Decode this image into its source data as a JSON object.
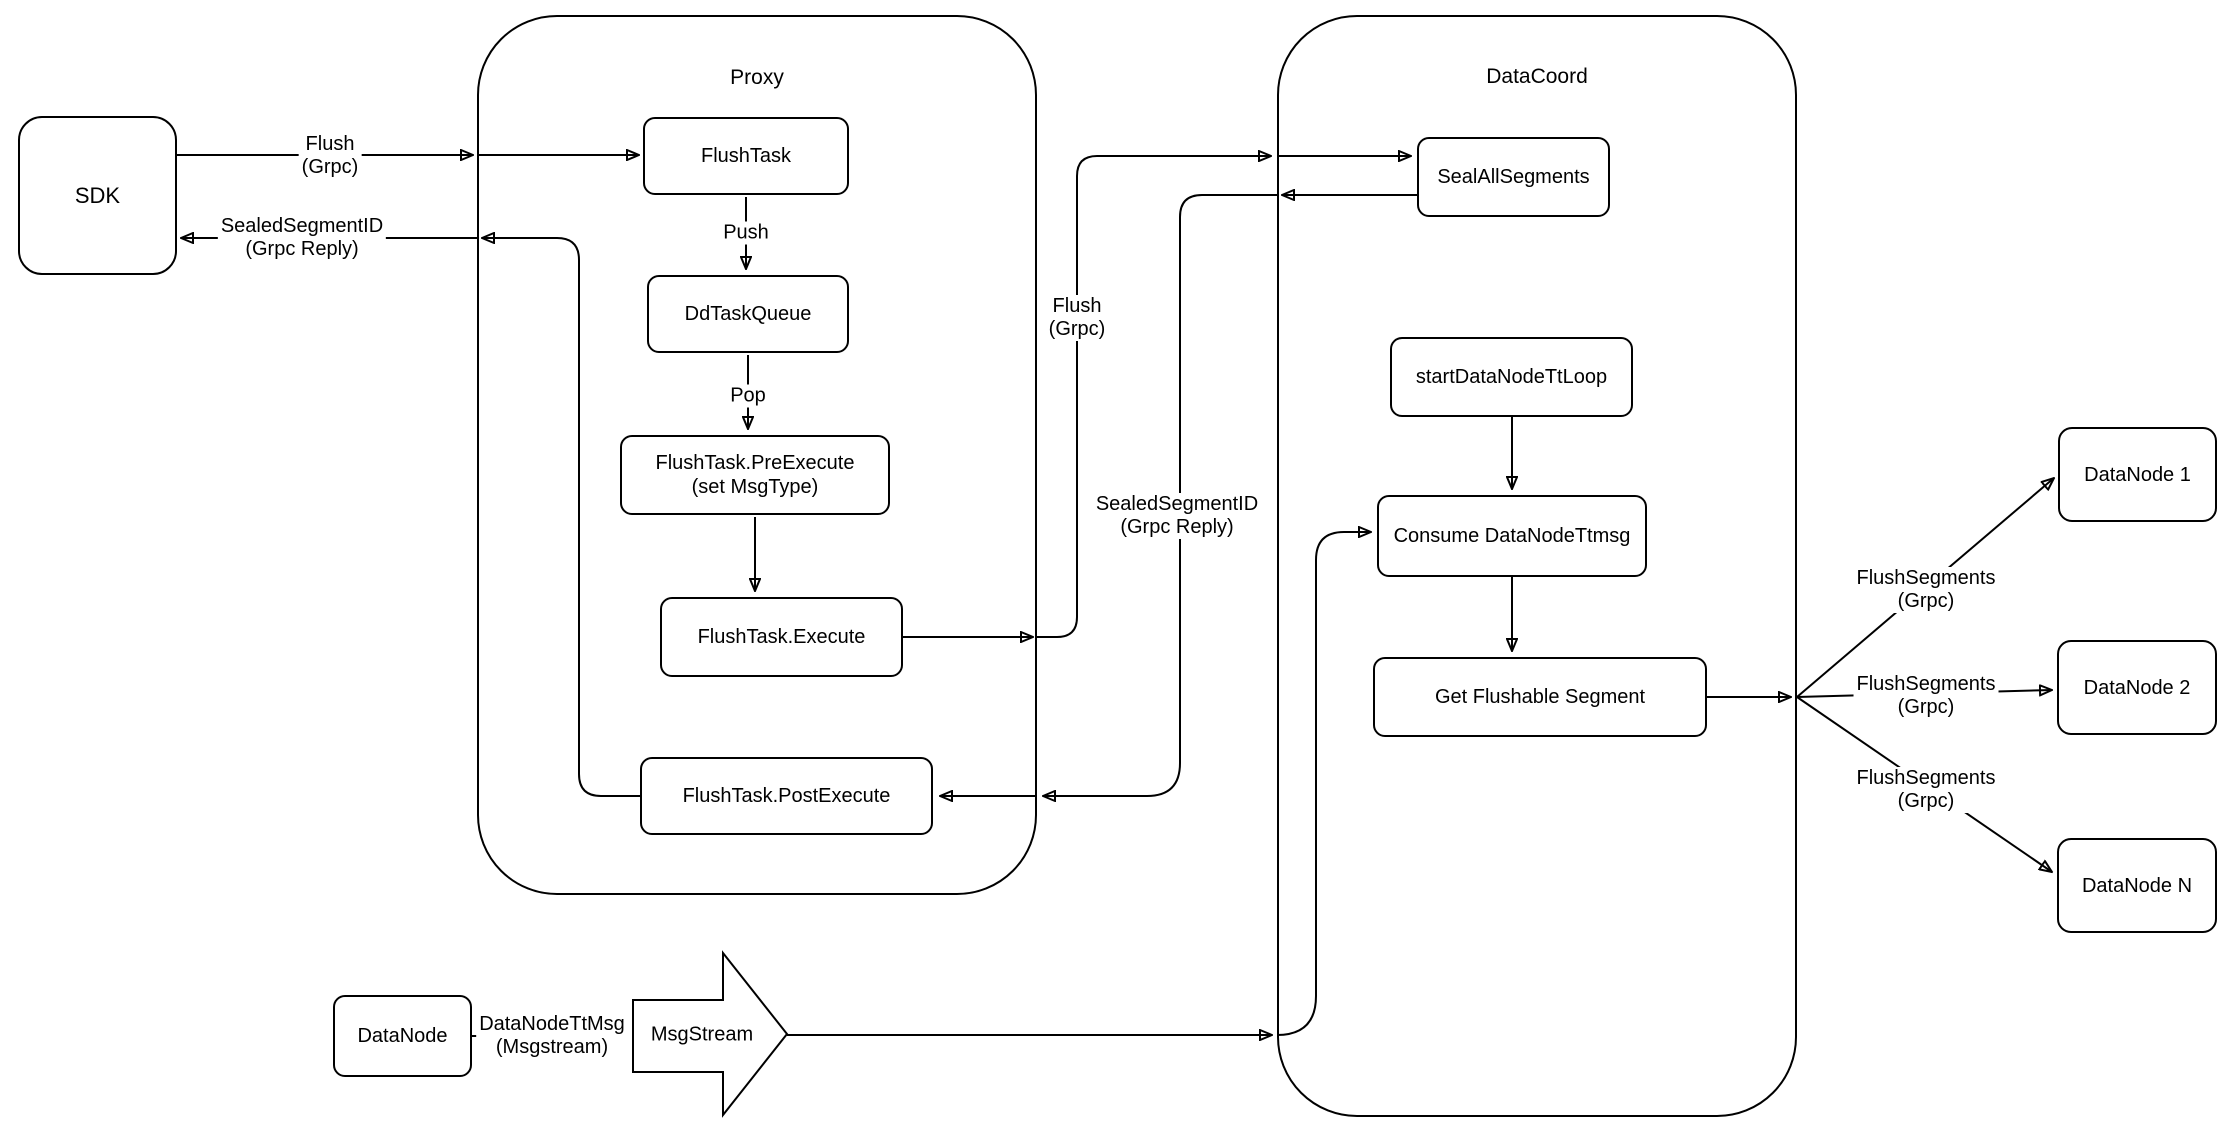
{
  "containers": {
    "proxy": {
      "label": "Proxy"
    },
    "datacoord": {
      "label": "DataCoord"
    }
  },
  "nodes": {
    "sdk": {
      "label": "SDK"
    },
    "flush_task": {
      "label": "FlushTask"
    },
    "dd_task_queue": {
      "label": "DdTaskQueue"
    },
    "pre_execute": {
      "label": "FlushTask.PreExecute",
      "sublabel": "(set MsgType)"
    },
    "execute": {
      "label": "FlushTask.Execute"
    },
    "post_execute": {
      "label": "FlushTask.PostExecute"
    },
    "seal_all_segments": {
      "label": "SealAllSegments"
    },
    "start_datanode_tt_loop": {
      "label": "startDataNodeTtLoop"
    },
    "consume_datanode_ttmsg": {
      "label": "Consume DataNodeTtmsg"
    },
    "get_flushable_segment": {
      "label": "Get Flushable Segment"
    },
    "datanode1": {
      "label": "DataNode 1"
    },
    "datanode2": {
      "label": "DataNode 2"
    },
    "datanoden": {
      "label": "DataNode N"
    },
    "datanode_source": {
      "label": "DataNode"
    },
    "msgstream": {
      "label": "MsgStream"
    }
  },
  "edge_labels": {
    "flush_sdk": {
      "line1": "Flush",
      "line2": "(Grpc)"
    },
    "sealed_sdk": {
      "line1": "SealedSegmentID",
      "line2": "(Grpc Reply)"
    },
    "push": {
      "line1": "Push"
    },
    "pop": {
      "line1": "Pop"
    },
    "flush_mid": {
      "line1": "Flush",
      "line2": "(Grpc)"
    },
    "sealed_mid": {
      "line1": "SealedSegmentID",
      "line2": "(Grpc Reply)"
    },
    "flush_segments_1": {
      "line1": "FlushSegments",
      "line2": "(Grpc)"
    },
    "flush_segments_2": {
      "line1": "FlushSegments",
      "line2": "(Grpc)"
    },
    "flush_segments_3": {
      "line1": "FlushSegments",
      "line2": "(Grpc)"
    },
    "datanode_tt_msg": {
      "line1": "DataNodeTtMsg",
      "line2": "(Msgstream)"
    }
  },
  "colors": {
    "stroke": "#000000",
    "background": "#ffffff",
    "label_background": "#ffffff"
  }
}
